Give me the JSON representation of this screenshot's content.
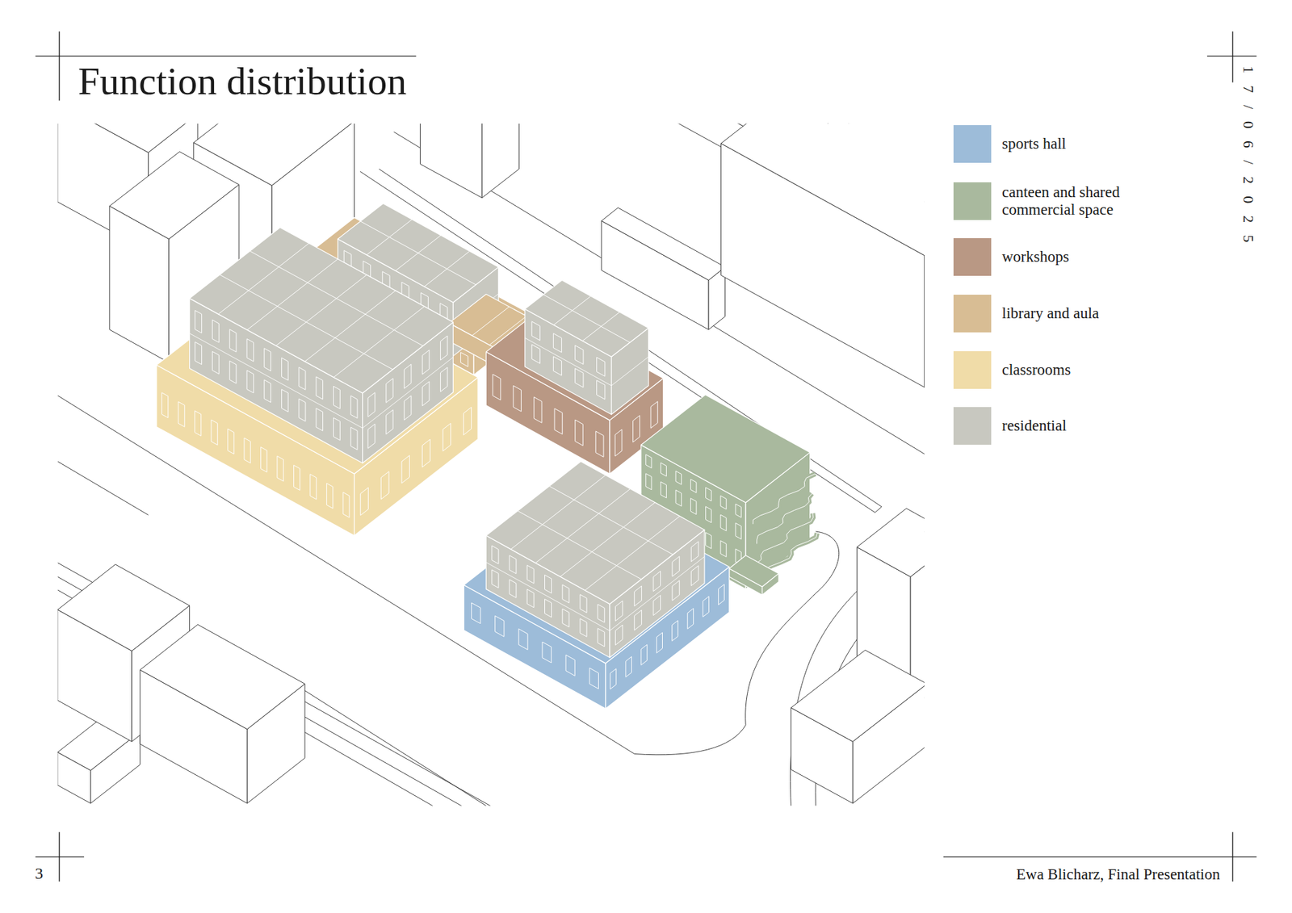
{
  "diagram": {
    "title": "Function distribution",
    "labels": [
      "17/06/2025",
      "3",
      "Ewa Blicharz, Final Presentation"
    ],
    "legend": [
      {
        "text": "sports hall",
        "color": "#9dbcd9"
      },
      {
        "text": "canteen and shared commercial space",
        "color": "#a9b99e"
      },
      {
        "text": "workshops",
        "color": "#b99884"
      },
      {
        "text": "library and aula",
        "color": "#d8bd94"
      },
      {
        "text": "classrooms",
        "color": "#f0dca8"
      },
      {
        "text": "residential",
        "color": "#c8c8c0"
      }
    ]
  }
}
